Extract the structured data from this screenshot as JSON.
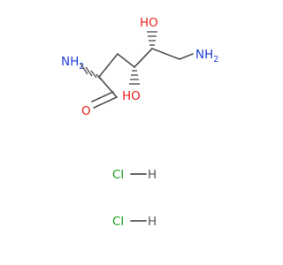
{
  "structure": {
    "atoms": [
      {
        "id": "n2",
        "label": "NH",
        "sub": "2",
        "color": "#1f3fd6"
      },
      {
        "id": "o1",
        "label": "O",
        "color": "#e8201c"
      },
      {
        "id": "o4",
        "label": "HO",
        "color": "#e8201c"
      },
      {
        "id": "o5",
        "label": "HO",
        "color": "#e8201c"
      },
      {
        "id": "n6",
        "label": "NH",
        "sub": "2",
        "color": "#1f3fd6"
      },
      {
        "id": "cl1",
        "label": "Cl",
        "color": "#1ea01e"
      },
      {
        "id": "h1",
        "label": "H",
        "color": "#555555"
      },
      {
        "id": "cl2",
        "label": "Cl",
        "color": "#1ea01e"
      },
      {
        "id": "h2",
        "label": "H",
        "color": "#555555"
      }
    ],
    "bond_color": "#555555"
  }
}
